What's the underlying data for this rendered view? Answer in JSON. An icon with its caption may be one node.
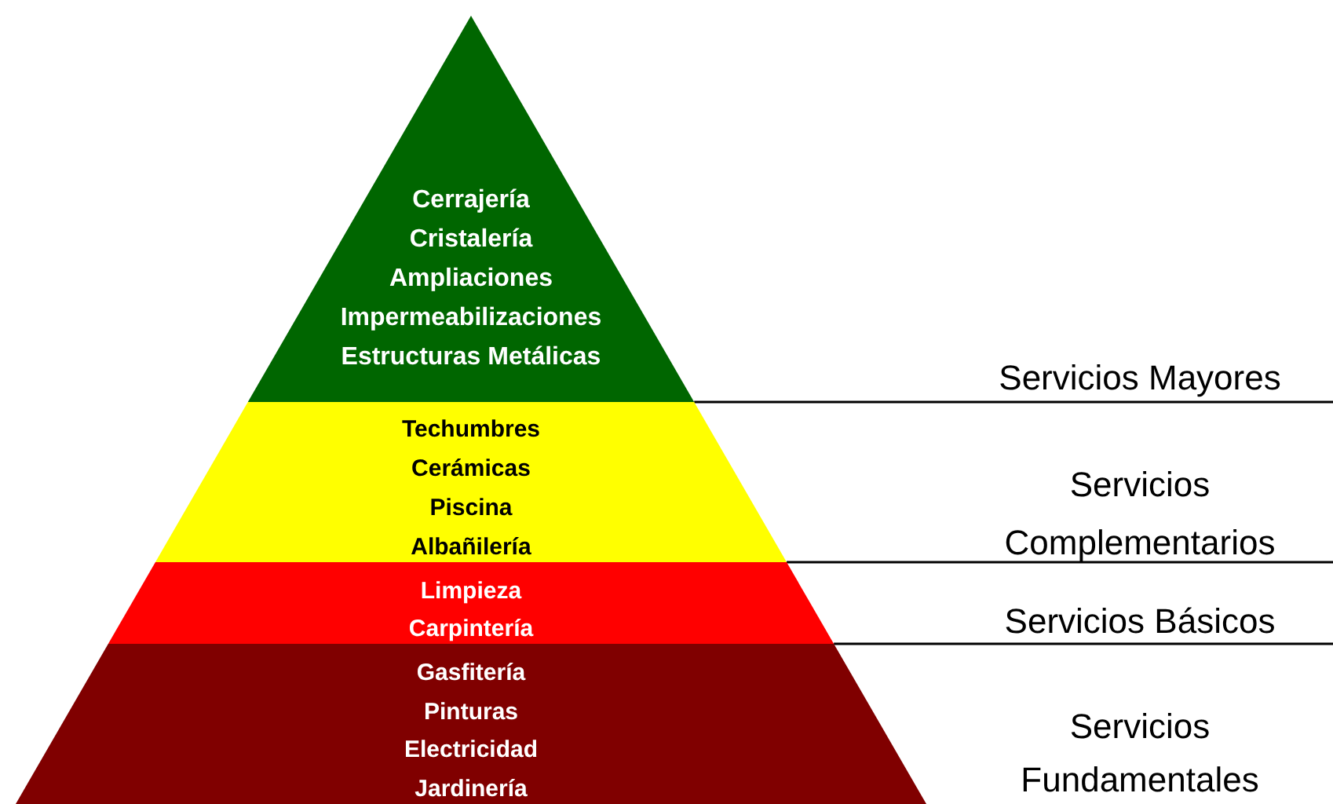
{
  "diagram": {
    "nodes": [
      {
        "text": [
          "Cerrajería",
          "Cristalería",
          "Ampliaciones",
          "Impermeabilizaciones",
          "Estructuras Metálicas"
        ]
      },
      {
        "text": [
          "Techumbres",
          "Cerámicas",
          "Piscina",
          "Albañilería"
        ]
      },
      {
        "text": [
          "Limpieza",
          "Carpintería"
        ]
      },
      {
        "text": [
          "Gasfitería",
          "Pinturas",
          "Electricidad",
          "Jardinería"
        ]
      }
    ],
    "labels": [
      "Servicios Mayores",
      "Servicios Complementarios",
      "Servicios Básicos",
      "Servicios Fundamentales"
    ]
  }
}
